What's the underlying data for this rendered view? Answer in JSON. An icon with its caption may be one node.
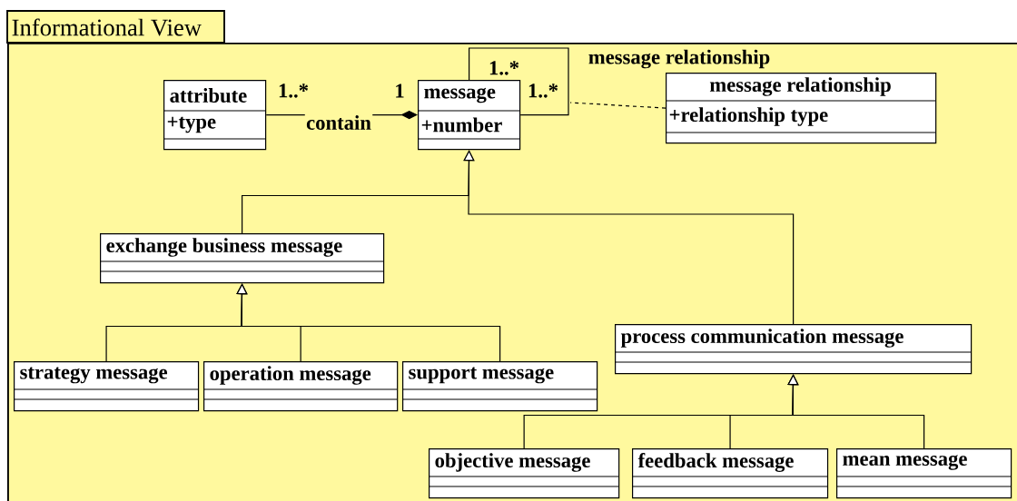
{
  "diagram": {
    "nodes": [
      {
        "text": [
          "Informational View"
        ]
      },
      {
        "text": [
          "attribute",
          "+type"
        ],
        "in": 0
      },
      {
        "text": [
          "message",
          "+number"
        ],
        "in": 0
      },
      {
        "text": [
          "message relationship",
          "+relationship type"
        ],
        "in": 0
      },
      {
        "text": [
          "exchange business message"
        ],
        "in": 0
      },
      {
        "text": [
          "strategy message"
        ],
        "in": 0
      },
      {
        "text": [
          "operation message"
        ],
        "in": 0
      },
      {
        "text": [
          "support message"
        ],
        "in": 0
      },
      {
        "text": [
          "process communication message"
        ],
        "in": 0
      },
      {
        "text": [
          "objective message"
        ],
        "in": 0
      },
      {
        "text": [
          "feedback message"
        ],
        "in": 0
      },
      {
        "text": [
          "mean message"
        ],
        "in": 0
      }
    ],
    "edges": [
      {
        "from": 1,
        "to": 2,
        "arrow": "other",
        "label": "contain"
      },
      {
        "from": 2,
        "to": 2,
        "arrow": "none",
        "label": "message relationship"
      },
      {
        "from": 3,
        "to": null,
        "arrow": "none",
        "style": "dashed"
      },
      {
        "from": 4,
        "to": 2,
        "arrow": "to"
      },
      {
        "from": 8,
        "to": 2,
        "arrow": "to"
      },
      {
        "from": 5,
        "to": 4,
        "arrow": "to"
      },
      {
        "from": 6,
        "to": 4,
        "arrow": "to"
      },
      {
        "from": 7,
        "to": 4,
        "arrow": "to"
      },
      {
        "from": 9,
        "to": 8,
        "arrow": "to"
      },
      {
        "from": 10,
        "to": 8,
        "arrow": "to"
      },
      {
        "from": 11,
        "to": 8,
        "arrow": "to"
      }
    ],
    "labels": [
      "1..*",
      "1..*",
      "1",
      "1..*"
    ]
  }
}
